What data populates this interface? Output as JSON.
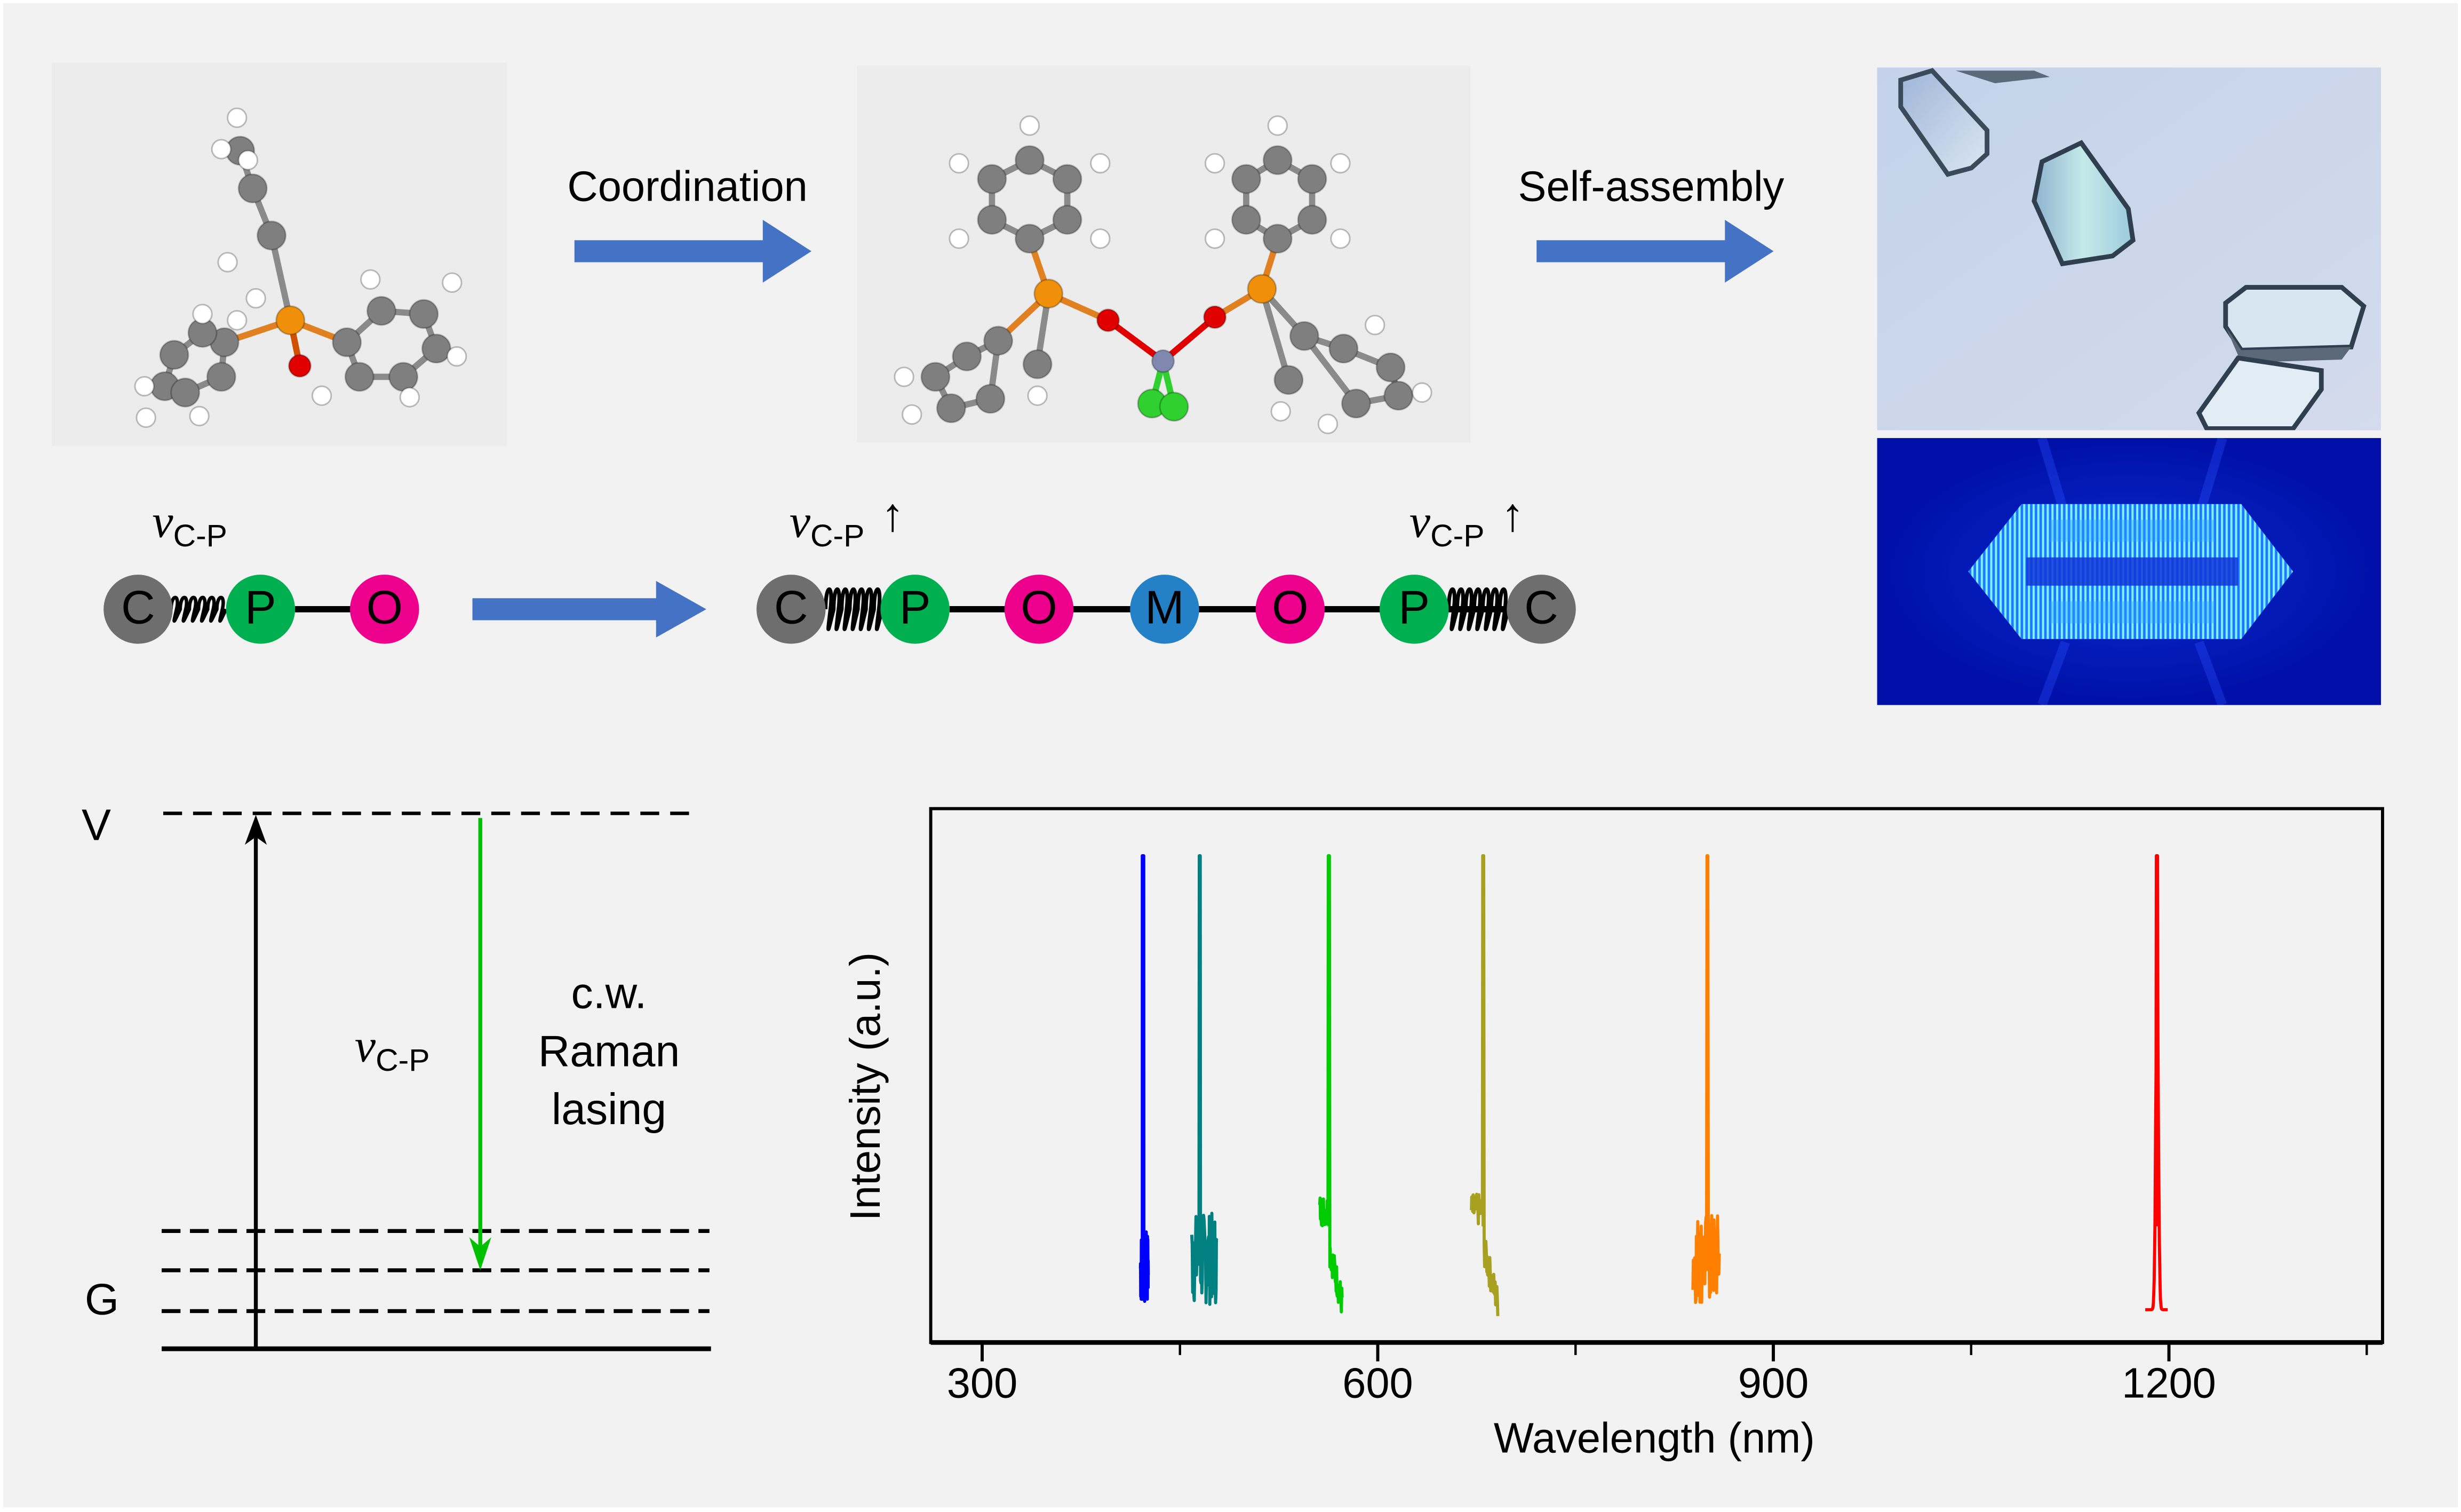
{
  "colors": {
    "background": "#f2f2f2",
    "molecule_box": "#ececec",
    "arrow_blue": "#4472c4",
    "atom_C": "#6e6e6e",
    "atom_P": "#00b050",
    "atom_O": "#ec008c",
    "atom_M": "#2481c8",
    "green_transition": "#00c000",
    "mol_carbon": "#7f7f7f",
    "mol_hydrogen": "#ffffff",
    "mol_phosphorus": "#f0900a",
    "mol_oxygen": "#e00000",
    "mol_metal": "#8088b0",
    "mol_chlorine": "#30d030"
  },
  "top_row": {
    "step1_label": "Coordination",
    "step2_label": "Self-assembly",
    "molecule1": {
      "name": "triphenylphosphine oxide ball-and-stick model"
    },
    "molecule2": {
      "name": "metal-chloride complex with two phosphine oxide ligands"
    },
    "photo_top": {
      "name": "optical micrograph of self-assembled microcrystals"
    },
    "photo_bottom": {
      "name": "simulated whispering-gallery mode field in hexagonal microcrystal"
    }
  },
  "bond_row": {
    "nu_symbol": "v",
    "nu_subscript": "C-P",
    "up_arrow": "↑",
    "left_chain": [
      "C",
      "P",
      "O"
    ],
    "right_chain": [
      "C",
      "P",
      "O",
      "M",
      "O",
      "P",
      "C"
    ]
  },
  "energy_diagram": {
    "upper_level_label": "V",
    "ground_level_label": "G",
    "transition_label_symbol": "v",
    "transition_label_subscript": "C-P",
    "process_label_lines": [
      "c.w.",
      "Raman",
      "lasing"
    ]
  },
  "chart_data": {
    "type": "line",
    "title": "",
    "xlabel": "Wavelength (nm)",
    "ylabel": "Intensity (a.u.)",
    "xlim": [
      261,
      1362
    ],
    "ylim": [
      0,
      1
    ],
    "x_ticks_major": [
      300,
      600,
      900,
      1200
    ],
    "x_ticks_minor": [
      450,
      750,
      1050,
      1350
    ],
    "x_tick_labels": [
      "300",
      "600",
      "900",
      "1200"
    ],
    "y_ticks": [],
    "grid": false,
    "legend": "none",
    "series": [
      {
        "name": "peak-1",
        "color": "#0000ff",
        "peak_nm": 422,
        "peak_intensity": 1.0,
        "base_range_nm": [
          420,
          426
        ],
        "noise": "high-narrow"
      },
      {
        "name": "peak-2",
        "color": "#008080",
        "peak_nm": 465,
        "peak_intensity": 1.0,
        "base_range_nm": [
          459,
          478
        ],
        "noise": "high-wide"
      },
      {
        "name": "peak-3",
        "color": "#00cc00",
        "peak_nm": 563,
        "peak_intensity": 1.0,
        "base_range_nm": [
          556,
          573
        ],
        "noise": "decay"
      },
      {
        "name": "peak-4",
        "color": "#a8a020",
        "peak_nm": 680,
        "peak_intensity": 1.0,
        "base_range_nm": [
          671,
          691
        ],
        "noise": "decay"
      },
      {
        "name": "peak-5",
        "color": "#ff8000",
        "peak_nm": 850,
        "peak_intensity": 1.0,
        "base_range_nm": [
          839,
          859
        ],
        "noise": "high-wide"
      },
      {
        "name": "peak-6",
        "color": "#ff0000",
        "peak_nm": 1191,
        "peak_intensity": 1.0,
        "base_range_nm": [
          1182,
          1199
        ],
        "noise": "clean"
      }
    ]
  }
}
